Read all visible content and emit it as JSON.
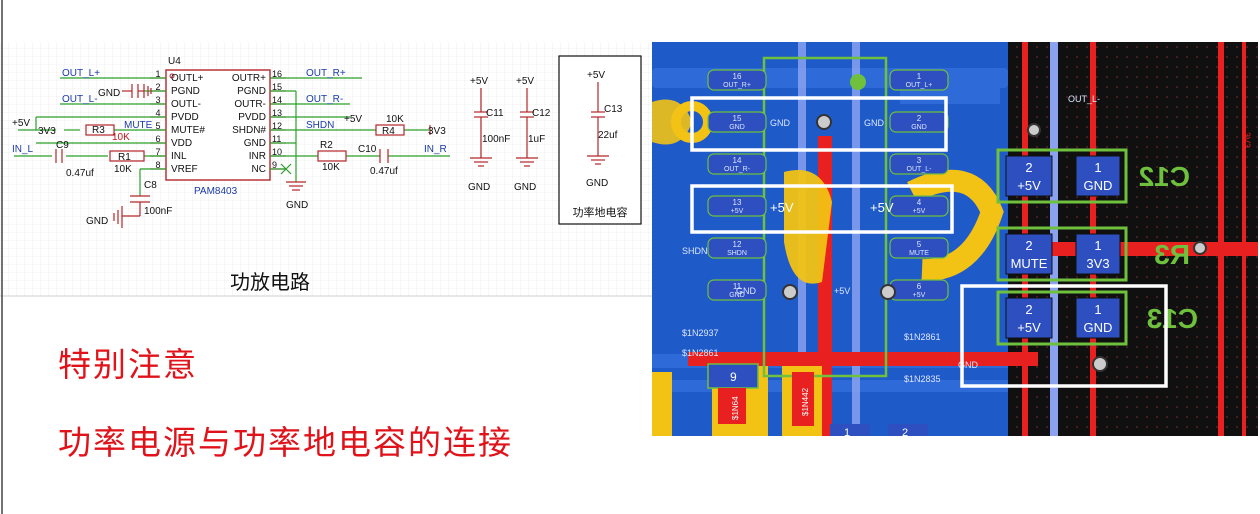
{
  "schematic": {
    "frame_title": "功放电路",
    "box_caption": "功率地电容",
    "chip": {
      "ref": "U4",
      "part": "PAM8403",
      "left_pins": [
        {
          "num": "1",
          "name": "OUTL+"
        },
        {
          "num": "2",
          "name": "PGND"
        },
        {
          "num": "3",
          "name": "OUTL-"
        },
        {
          "num": "4",
          "name": "PVDD"
        },
        {
          "num": "5",
          "name": "MUTE#"
        },
        {
          "num": "6",
          "name": "VDD"
        },
        {
          "num": "7",
          "name": "INL"
        },
        {
          "num": "8",
          "name": "VREF"
        }
      ],
      "right_pins": [
        {
          "num": "16",
          "name": "OUTR+"
        },
        {
          "num": "15",
          "name": "PGND"
        },
        {
          "num": "14",
          "name": "OUTR-"
        },
        {
          "num": "13",
          "name": "PVDD"
        },
        {
          "num": "12",
          "name": "SHDN#"
        },
        {
          "num": "11",
          "name": "GND"
        },
        {
          "num": "10",
          "name": "INR"
        },
        {
          "num": "9",
          "name": "NC"
        }
      ]
    },
    "labels": {
      "out_l_plus": "OUT_L+",
      "out_l_minus": "OUT_L-",
      "gnd": "GND",
      "p5v": "+5V",
      "v3v3": "3V3",
      "mute": "MUTE",
      "in_l": "IN_L",
      "r3": "R3",
      "r3_val": "10K",
      "r1": "R1",
      "r1_val": "10K",
      "c9": "C9",
      "c9_val": "0.47uf",
      "c8": "C8",
      "c8_val": "100nF",
      "out_r_plus": "OUT_R+",
      "out_r_minus": "OUT_R-",
      "shdn": "SHDN",
      "r4": "R4",
      "r4_val": "10K",
      "r2": "R2",
      "r2_val": "10K",
      "c10": "C10",
      "c10_val": "0.47uf",
      "in_r": "IN_R",
      "c11": "C11",
      "c11_val": "100nF",
      "c12": "C12",
      "c12_val": "1uF",
      "c13": "C13",
      "c13_val": "22uf"
    }
  },
  "notes": {
    "line1": "特别注意",
    "line2": "功率电源与功率地电容的连接"
  },
  "pcb": {
    "pads": [
      {
        "num": "16",
        "net": "OUT_R+"
      },
      {
        "num": "15",
        "net": "GND"
      },
      {
        "num": "14",
        "net": "OUT_R-"
      },
      {
        "num": "13",
        "net": "+5V"
      },
      {
        "num": "12",
        "net": "SHDN"
      },
      {
        "num": "11",
        "net": "GND"
      },
      {
        "num": "1",
        "net": "OUT_L+"
      },
      {
        "num": "2",
        "net": "GND"
      },
      {
        "num": "3",
        "net": "OUT_L-"
      },
      {
        "num": "4",
        "net": "+5V"
      },
      {
        "num": "5",
        "net": "MUTE"
      },
      {
        "num": "6",
        "net": "+5V"
      }
    ],
    "trace_labels": {
      "gnd": "GND",
      "p5v": "+5V",
      "out_l_minus": "OUT_L-",
      "net_1n2937": "$1N2937",
      "net_1n2861": "$1N2861",
      "net_1n2835": "$1N2835",
      "net_1n64": "$1N64",
      "net_1n442": "$1N442",
      "v3v3": "3V3",
      "pad9": "9",
      "pad1b": "1",
      "pad2b": "2",
      "silk_shdn": "SHDN"
    },
    "components": {
      "c12": {
        "ref": "C12",
        "pad2_num": "2",
        "pad2_net": "+5V",
        "pad1_num": "1",
        "pad1_net": "GND"
      },
      "r3": {
        "ref": "R3",
        "pad2_num": "2",
        "pad2_net": "MUTE",
        "pad1_num": "1",
        "pad1_net": "3V3"
      },
      "c13": {
        "ref": "C13",
        "pad2_num": "2",
        "pad2_net": "+5V",
        "pad1_num": "1",
        "pad1_net": "GND"
      }
    },
    "colors": {
      "board": "#1f5ac9",
      "copper_red": "#e8201f",
      "silk_yellow": "#f2c214",
      "highlight": "#ffffff",
      "comp_outline": "#6fc03d"
    }
  }
}
